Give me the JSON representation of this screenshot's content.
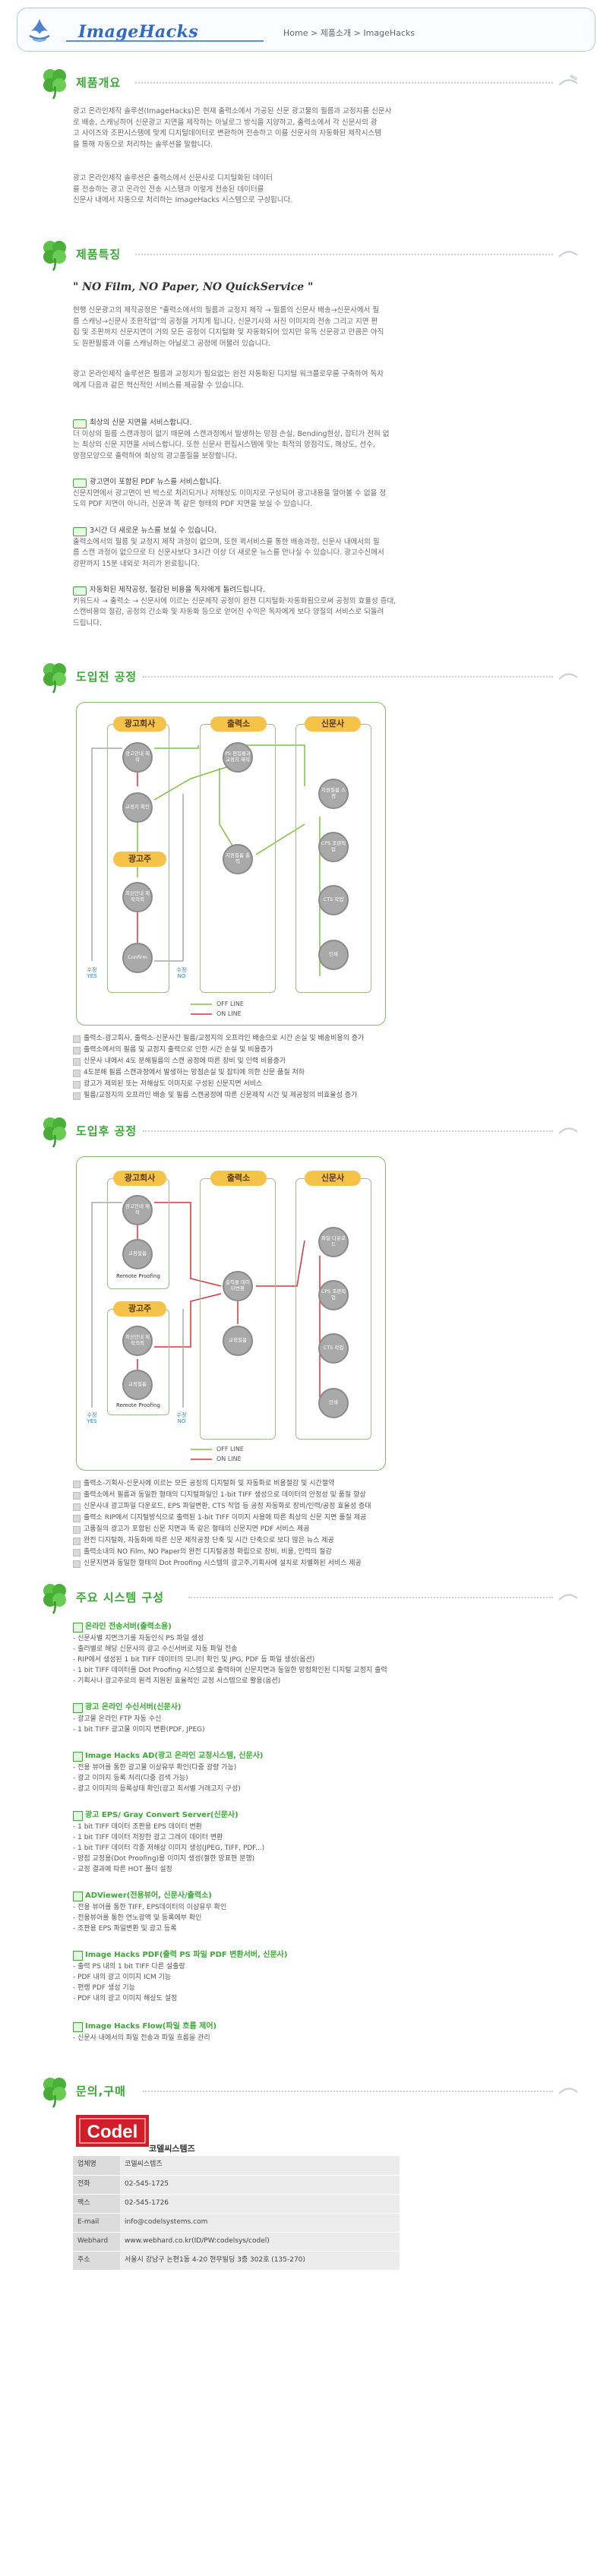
{
  "header": {
    "brand": "ImageHacks",
    "breadcrumb": "Home > 제품소개 > ImageHacks"
  },
  "sections": {
    "overview": "제품개요",
    "features": "제품특징",
    "existing_process": "도입전 공정",
    "new_process": "도입후 공정",
    "main_system": "주요 시스템 구성",
    "contact": "문의,구매"
  },
  "overview": {
    "p1": [
      "광고 온라인제작 솔루션(ImageHacks)은 현재 출력소에서 가공된 신문 광고물의 필름과 교정지를 신문사",
      "로 배송, 스캐닝하여 신문광고 지면을 제작하는 아날로그 방식을 지양하고, 출력소에서 각 신문사의 광",
      "고 사이즈와 조판시스템에 맞게 디지털데이터로 변환하여 전송하고 이를 신문사의 자동화된 제작시스템",
      "을 통해 자동으로 처리하는 솔루션을 말합니다."
    ],
    "p2": [
      "광고 온라인제작 솔루션은 출력소에서 신문사로 디지털화된 데이터",
      "를 전송하는 광고 온라인 전송 시스템과 이렇게 전송된 데이터를",
      "신문사 내에서 자동으로 처리하는 ImageHacks 시스템으로 구성됩니다."
    ]
  },
  "features": {
    "slogan": "\" NO Film, NO Paper, NO QuickService \"",
    "intro": [
      "현행 신문광고의 제작공정은 \"출력소에서의 필름과 교정지 제작 → 필름의 신문사 배송→신문사에서 필",
      "름 스캐닝→신문사 조판작업\"의 공정을 거치게 됩니다. 신문기사와 사진 이미지의 전송 그리고 지면 편",
      "집 및 조판까지 신문지면이 거의 모든 공정이 디지털화 및 자동화되어 있지만 유독 신문광고 만큼은 아직",
      "도 원판필름과 이를 스캐닝하는 아날로그 공정에 머물러 있습니다."
    ],
    "intro2": [
      "광고 온라인제작 솔루션은 필름과 교정지가 필요없는 완전 자동화된 디지털 워크플로우를 구축하여 독자",
      "에게 다음과 같은 혁신적인 서비스를 제공할 수 있습니다."
    ],
    "items": [
      {
        "title": "최상의 신문 지면을 서비스합니다.",
        "body": [
          "더 이상의 필름 스캔과정이 없기 때문에 스캔과정에서 발생하는 망점 손실, Bending현상, 잡티가 전혀 없",
          "는 최상의 신문 지면을 서비스합니다. 또한 신문사 편집시스템에 맞는 최적의 망점각도, 해상도, 선수,",
          "망점모양으로 출력하여 최상의 광고품질을 보장합니다."
        ]
      },
      {
        "title": "광고면이 포함된 PDF 뉴스를 서비스합니다.",
        "body": [
          "신문지면에서 광고면이 빈 박스로 처리되거나 저해상도 이미지로 구성되어 광고내용을 알아볼 수 없을 정",
          "도의 PDF 지면이 아니라, 신문과 똑 같은 형태의 PDF 지면을 보실 수 있습니다."
        ]
      },
      {
        "title": "3시간 더 새로운 뉴스를 보실 수 있습니다.",
        "body": [
          "출력소에서의 필름 및 교정지 제작 과정이 없으며, 또한 퀵서비스를 통한 배송과정, 신문사 내에서의 필",
          "름 스캔 과정이 없으므로 타 신문사보다 3시간 이상 더 새로운 뉴스를 만나실 수 있습니다. 광고수신에서",
          "강판까지 15분 내외로 처리가 완료됩니다."
        ]
      },
      {
        "title": "자동화된 제작공정, 절감된 비용을 독자에게 돌려드립니다.",
        "body": [
          "키워드사 → 출력소 → 신문사에 이르는 신문제작 공정이 완전 디지털화·자동화됨으로써 공정의 효율성 증대,",
          "스캔비용의 절감, 공정의 간소화 및 자동화 등으로 얻어진 수익은 독자에게 보다 양질의 서비스로 되돌려",
          "드립니다."
        ]
      }
    ]
  },
  "diagram1": {
    "columns": [
      "광고회사",
      "출력소",
      "신문사"
    ],
    "col_advertiser": "광고주",
    "nodes_agency": [
      "광고안내 제작",
      "교정지 확인"
    ],
    "nodes_advertiser": [
      "최신안내 제작의뢰",
      "Confirm"
    ],
    "nodes_output": [
      "PS 편집물과 교정지 제작",
      "지원필름 출력"
    ],
    "nodes_paper": [
      "지원필름 스캔",
      "CPS 조판작업",
      "CTS 작업",
      "인쇄"
    ],
    "side_left": "수정 YES",
    "side_mid": "수정 NO",
    "legend_off": "OFF LINE",
    "legend_on": "ON LINE"
  },
  "bullets1": [
    "출력소-광고회사, 출력소-신문사간 필름/교정지의 오프라인 배송으로 시간 손실 및 배송비용의 증가",
    "출력소에서의 필름 및 교정지 출력으로 인한 시간 손실 및 비용증가",
    "신문사 내에서 4도 분해필름의 스캔 공정에 따른 장비 및 인력 비용증가",
    "4도분해 필름 스캔과정에서 발생하는 망점손실 및 잡티에 의한 신문 품질 저하",
    "광고가 제외된 또는 저해상도 이미지로 구성된 신문지면 서비스",
    "필름/교정지의 오프라인 배송 및 필름 스캔공정에 따른 신문제작 시간 및 제공정의 비효율성 증가"
  ],
  "diagram2": {
    "columns": [
      "광고회사",
      "출력소",
      "신문사"
    ],
    "col_advertiser": "광고주",
    "nodes_agency": [
      "광고안내 제작",
      "교정필름"
    ],
    "nodes_advertiser": [
      "최신안내 제작의뢰",
      "교정필름"
    ],
    "agency_remote": "Remote Proofing",
    "advertiser_remote": "Remote Proofing",
    "nodes_output": [
      "출력물 데이터변환",
      "교정필름"
    ],
    "nodes_paper": [
      "파일 다운로드",
      "CPS 조판작업",
      "CTS 작업",
      "인쇄"
    ],
    "side_left": "수정 YES",
    "side_mid": "수정 NO",
    "legend_off": "OFF LINE",
    "legend_on": "ON LINE"
  },
  "bullets2": [
    "출력소-기획사-신문사에 이르는 모든 공정의 디지털화 및 자동화로 비용절감 및 시간절약",
    "출력소에서 필름과 동일한 형태의 디지털파일인 1-bit TIFF 생성으로 데이터의 안정성 및 품질 향상",
    "신문사내 광고파일 다운로드, EPS 파일변환, CTS 작업 등 공정 자동화로 장비/인력/공정 효율성 증대",
    "출력소 RIP에서 디지털방식으로 출력된 1-bit TIFF 이미지 사용에 따른 최상의 신문 지면 품질 제공",
    "고품질의 광고가 포함된 신문 지면과 똑 같은 형태의 신문지면 PDF 서비스 제공",
    "완전 디지털화, 자동화에 따른 신문 제작공정 단축 및 시간 단축으로 보다 많은 뉴스 제공",
    "출력소내의 NO Film, NO Paper의 완전 디지털공정 확립으로 장비, 비용, 인력의 절감",
    "신문지면과 동일한 형태의 Dot Proofing 시스템의 광고주,기획사에 설치로 차별화된 서비스 제공"
  ],
  "systems": [
    {
      "title": "온라인 전송서버(출력소용)",
      "items": [
        "- 신문사별 지면크기를 자동인식 PS 파일 생성",
        "- 출러별로 해당 신문사의 광고 수신서버로 자동 파일 전송",
        "- RIP에서 생성된 1 bit TIFF 데이터의 모니터 확인 및 JPG, PDF 등 파일 생성(옵션)",
        "- 1 bit TIFF 데이터를 Dot Proofing 시스템으로 출력하여 신문지면과 동일한 망점확인된 디지털 교정지 출력",
        "- 기획사나 광고주로의 원격 지원된 효율적인 교정 시스템으로 활용(옵션)"
      ]
    },
    {
      "title": "광고 온라인 수신서버(신문사)",
      "items": [
        "- 광고물 온라인 FTP 자동 수신",
        "- 1 bit TIFF 광고물 이미지 변환(PDF, JPEG)"
      ]
    },
    {
      "title": "Image Hacks AD(광고 온라인 교정시스템, 신문사)",
      "items": [
        "- 전용 뷰어를 통한 광고물 이상유무 확인(다중 광량 가능)",
        "- 광고 이미지 등록 처리(다중 검색 가능)",
        "- 광고 이미지의 등록상태 확인(광고 최서별 거래고지 구성)"
      ]
    },
    {
      "title": "광고 EPS/ Gray Convert Server(신문사)",
      "items": [
        "- 1 bit TIFF 데이터 조판용 EPS 데이터 변환",
        "- 1 bit TIFF 데이터 저장한 광고 그레이 데이터 변환",
        "- 1 bit TIFF 데이터 각종 저해상 이미지 생성(JPEG, TIFF, PDF...)",
        "- 망점 교정용(Dot Proofing)용 이미지 생성(절한 망표현 분행)",
        "- 교정 결과에 따른 HOT 폴더 설정"
      ]
    },
    {
      "title": "ADViewer(전용뷰어, 신문사/출력소)",
      "items": [
        "- 전용 뷰어를 통한 TIFF, EPS데이터의 이상유무 확인",
        "- 전용뷰어를 통한 연노광액 및 동록에부 확인",
        "- 조판용 EPS 파일변환 및 광고 등록"
      ]
    },
    {
      "title": "Image Hacks PDF(출력 PS 파일 PDF 변환서버, 신문사)",
      "items": [
        "- 출력 PS 내의 1 bit TIFF 다른 설출랑",
        "- PDF 내의 광고 이미지 ICM 기능",
        "- 편랭 PDF 생성 기능",
        "- PDF 내의 광고 이미지 해상도 설정"
      ]
    },
    {
      "title": "Image Hacks Flow(파일 흐름 제어)",
      "items": [
        "- 신문사 내에서의 파일 전송과 파일 흐름을 관리"
      ]
    }
  ],
  "contact": {
    "logo_text": "Codel",
    "company": "코델씨스템즈",
    "rows": [
      {
        "k": "업체명",
        "v": "코델씨스템즈"
      },
      {
        "k": "전화",
        "v": "02-545-1725"
      },
      {
        "k": "팩스",
        "v": "02-545-1726"
      },
      {
        "k": "E-mail",
        "v": "info@codelsystems.com"
      },
      {
        "k": "Webhard",
        "v": "www.webhard.co.kr(ID/PW:codelsys/codel)"
      },
      {
        "k": "주소",
        "v": "서울시 강남구 논현1동 4-20 현무빌딩 3층 302호 (135-270)"
      }
    ]
  },
  "colors": {
    "accent_green": "#3aa935",
    "header_blue": "#2f6bc0",
    "label_yellow": "#f5c34a",
    "online_red": "#e0303a",
    "offline_green": "#7cc23f"
  }
}
